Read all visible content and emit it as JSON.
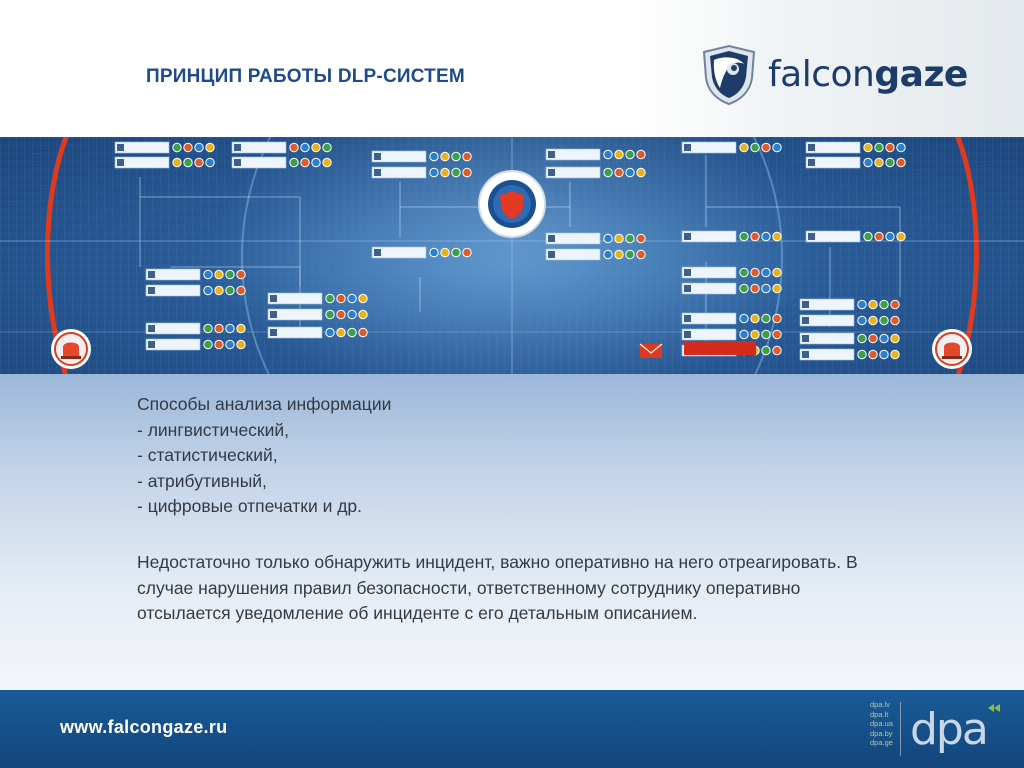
{
  "header": {
    "title": "ПРИНЦИП РАБОТЫ DLP-СИСТЕМ",
    "logo_text_a": "falcon",
    "logo_text_b": "gaze"
  },
  "banner": {
    "icons": [
      "alarm-siren-icon",
      "shield-gear-icon",
      "envelope-icon"
    ]
  },
  "content": {
    "methods": [
      "Способы анализа информации",
      "- лингвистический,",
      "- статистический,",
      "- атрибутивный,",
      "- цифровые отпечатки и др."
    ],
    "paragraph": "Недостаточно только обнаружить инцидент, важно оперативно на него отреагировать. В случае нарушения правил безопасности, ответственному сотруднику оперативно отсылается уведомление об инциденте с его детальным описанием."
  },
  "footer": {
    "url": "www.falcongaze.ru",
    "dpa_domains": [
      "dpa.lv",
      "dpa.lt",
      "dpa.ua",
      "dpa.by",
      "dpa.ge"
    ],
    "dpa_logo": "dpa"
  },
  "colors": {
    "title": "#1f4a8c",
    "banner": "#2a5b97",
    "footer": "#12457c",
    "alert": "#e03a1e"
  }
}
